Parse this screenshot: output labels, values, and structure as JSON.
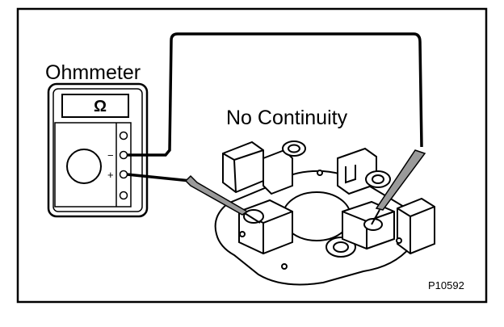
{
  "figure": {
    "ohmmeter_label": "Ohmmeter",
    "result_label": "No Continuity",
    "figure_id": "P10592",
    "display_symbol": "Ω",
    "minus_sign": "−",
    "plus_sign": "+"
  },
  "colors": {
    "line": "#000000",
    "background": "#ffffff",
    "part_fill": "#ffffff",
    "shade": "#9a9a9a"
  },
  "icons": {
    "meter": "ohmmeter-icon",
    "brush_holder": "brush-holder-icon",
    "probe": "test-probe-icon"
  }
}
